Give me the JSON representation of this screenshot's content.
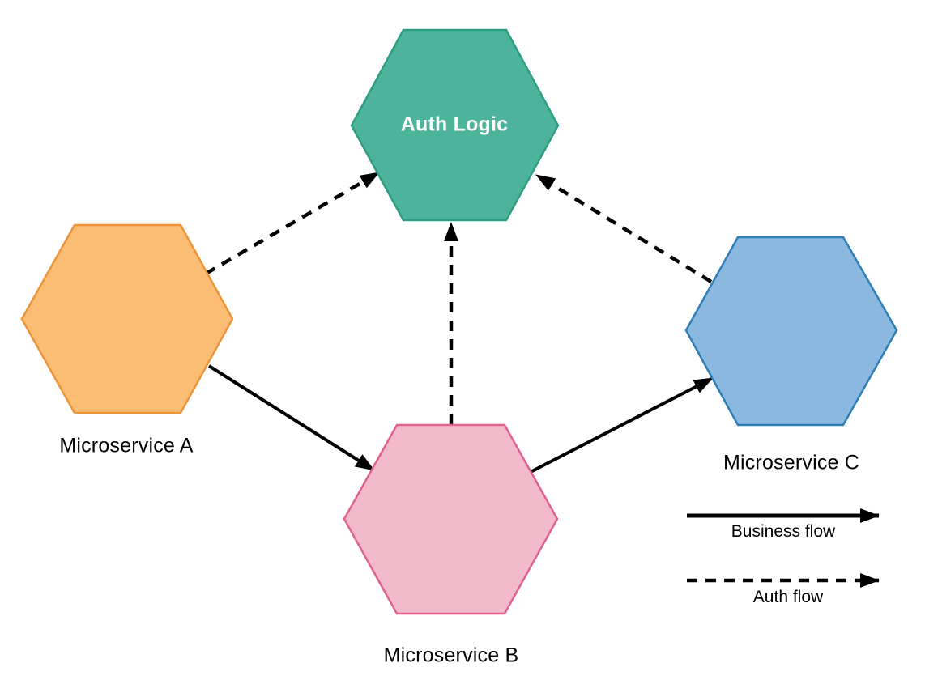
{
  "diagram": {
    "background": "#ffffff",
    "edge_color": "#000000",
    "nodes": [
      {
        "id": "auth-logic",
        "label": "Auth Logic",
        "shape": "hexagon",
        "fill": "#4db39a",
        "stroke": "#2e9d85",
        "text_color": "#ffffff"
      },
      {
        "id": "microservice-a",
        "label": "Microservice A",
        "shape": "hexagon",
        "fill": "#fbbd74",
        "stroke": "#ed9438",
        "text_color": "#000000"
      },
      {
        "id": "microservice-b",
        "label": "Microservice B",
        "shape": "hexagon",
        "fill": "#f3bacc",
        "stroke": "#e0618e",
        "text_color": "#000000"
      },
      {
        "id": "microservice-c",
        "label": "Microservice C",
        "shape": "hexagon",
        "fill": "#8bb8e0",
        "stroke": "#2e7fb5",
        "text_color": "#000000"
      }
    ],
    "edges": [
      {
        "from": "Microservice A",
        "to": "Microservice B",
        "type": "business",
        "line_style": "solid"
      },
      {
        "from": "Microservice B",
        "to": "Microservice C",
        "type": "business",
        "line_style": "solid"
      },
      {
        "from": "Microservice A",
        "to": "Auth Logic",
        "type": "auth",
        "line_style": "dashed"
      },
      {
        "from": "Microservice B",
        "to": "Auth Logic",
        "type": "auth",
        "line_style": "dashed"
      },
      {
        "from": "Microservice C",
        "to": "Auth Logic",
        "type": "auth",
        "line_style": "dashed"
      }
    ],
    "legend": {
      "items": [
        {
          "label": "Business flow",
          "line_style": "solid"
        },
        {
          "label": "Auth flow",
          "line_style": "dashed"
        }
      ]
    }
  }
}
